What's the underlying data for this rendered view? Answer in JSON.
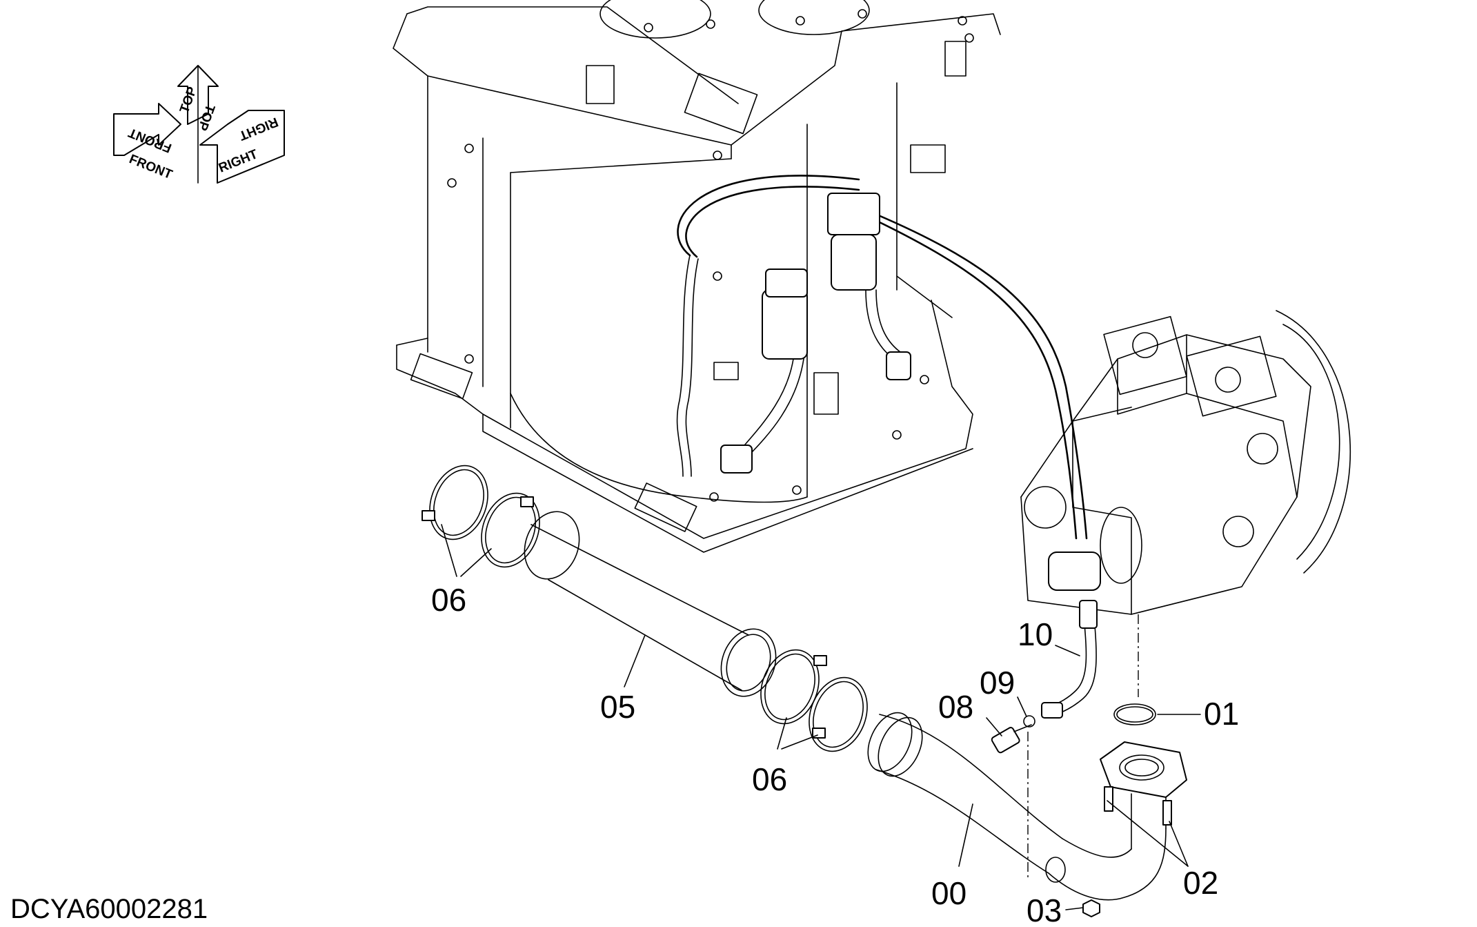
{
  "drawing_id": "DCYA60002281",
  "orientation": {
    "front": "FRONT",
    "top": "TOP",
    "right": "RIGHT"
  },
  "callouts": [
    "00",
    "01",
    "02",
    "03",
    "05",
    "06",
    "06",
    "08",
    "09",
    "10"
  ]
}
